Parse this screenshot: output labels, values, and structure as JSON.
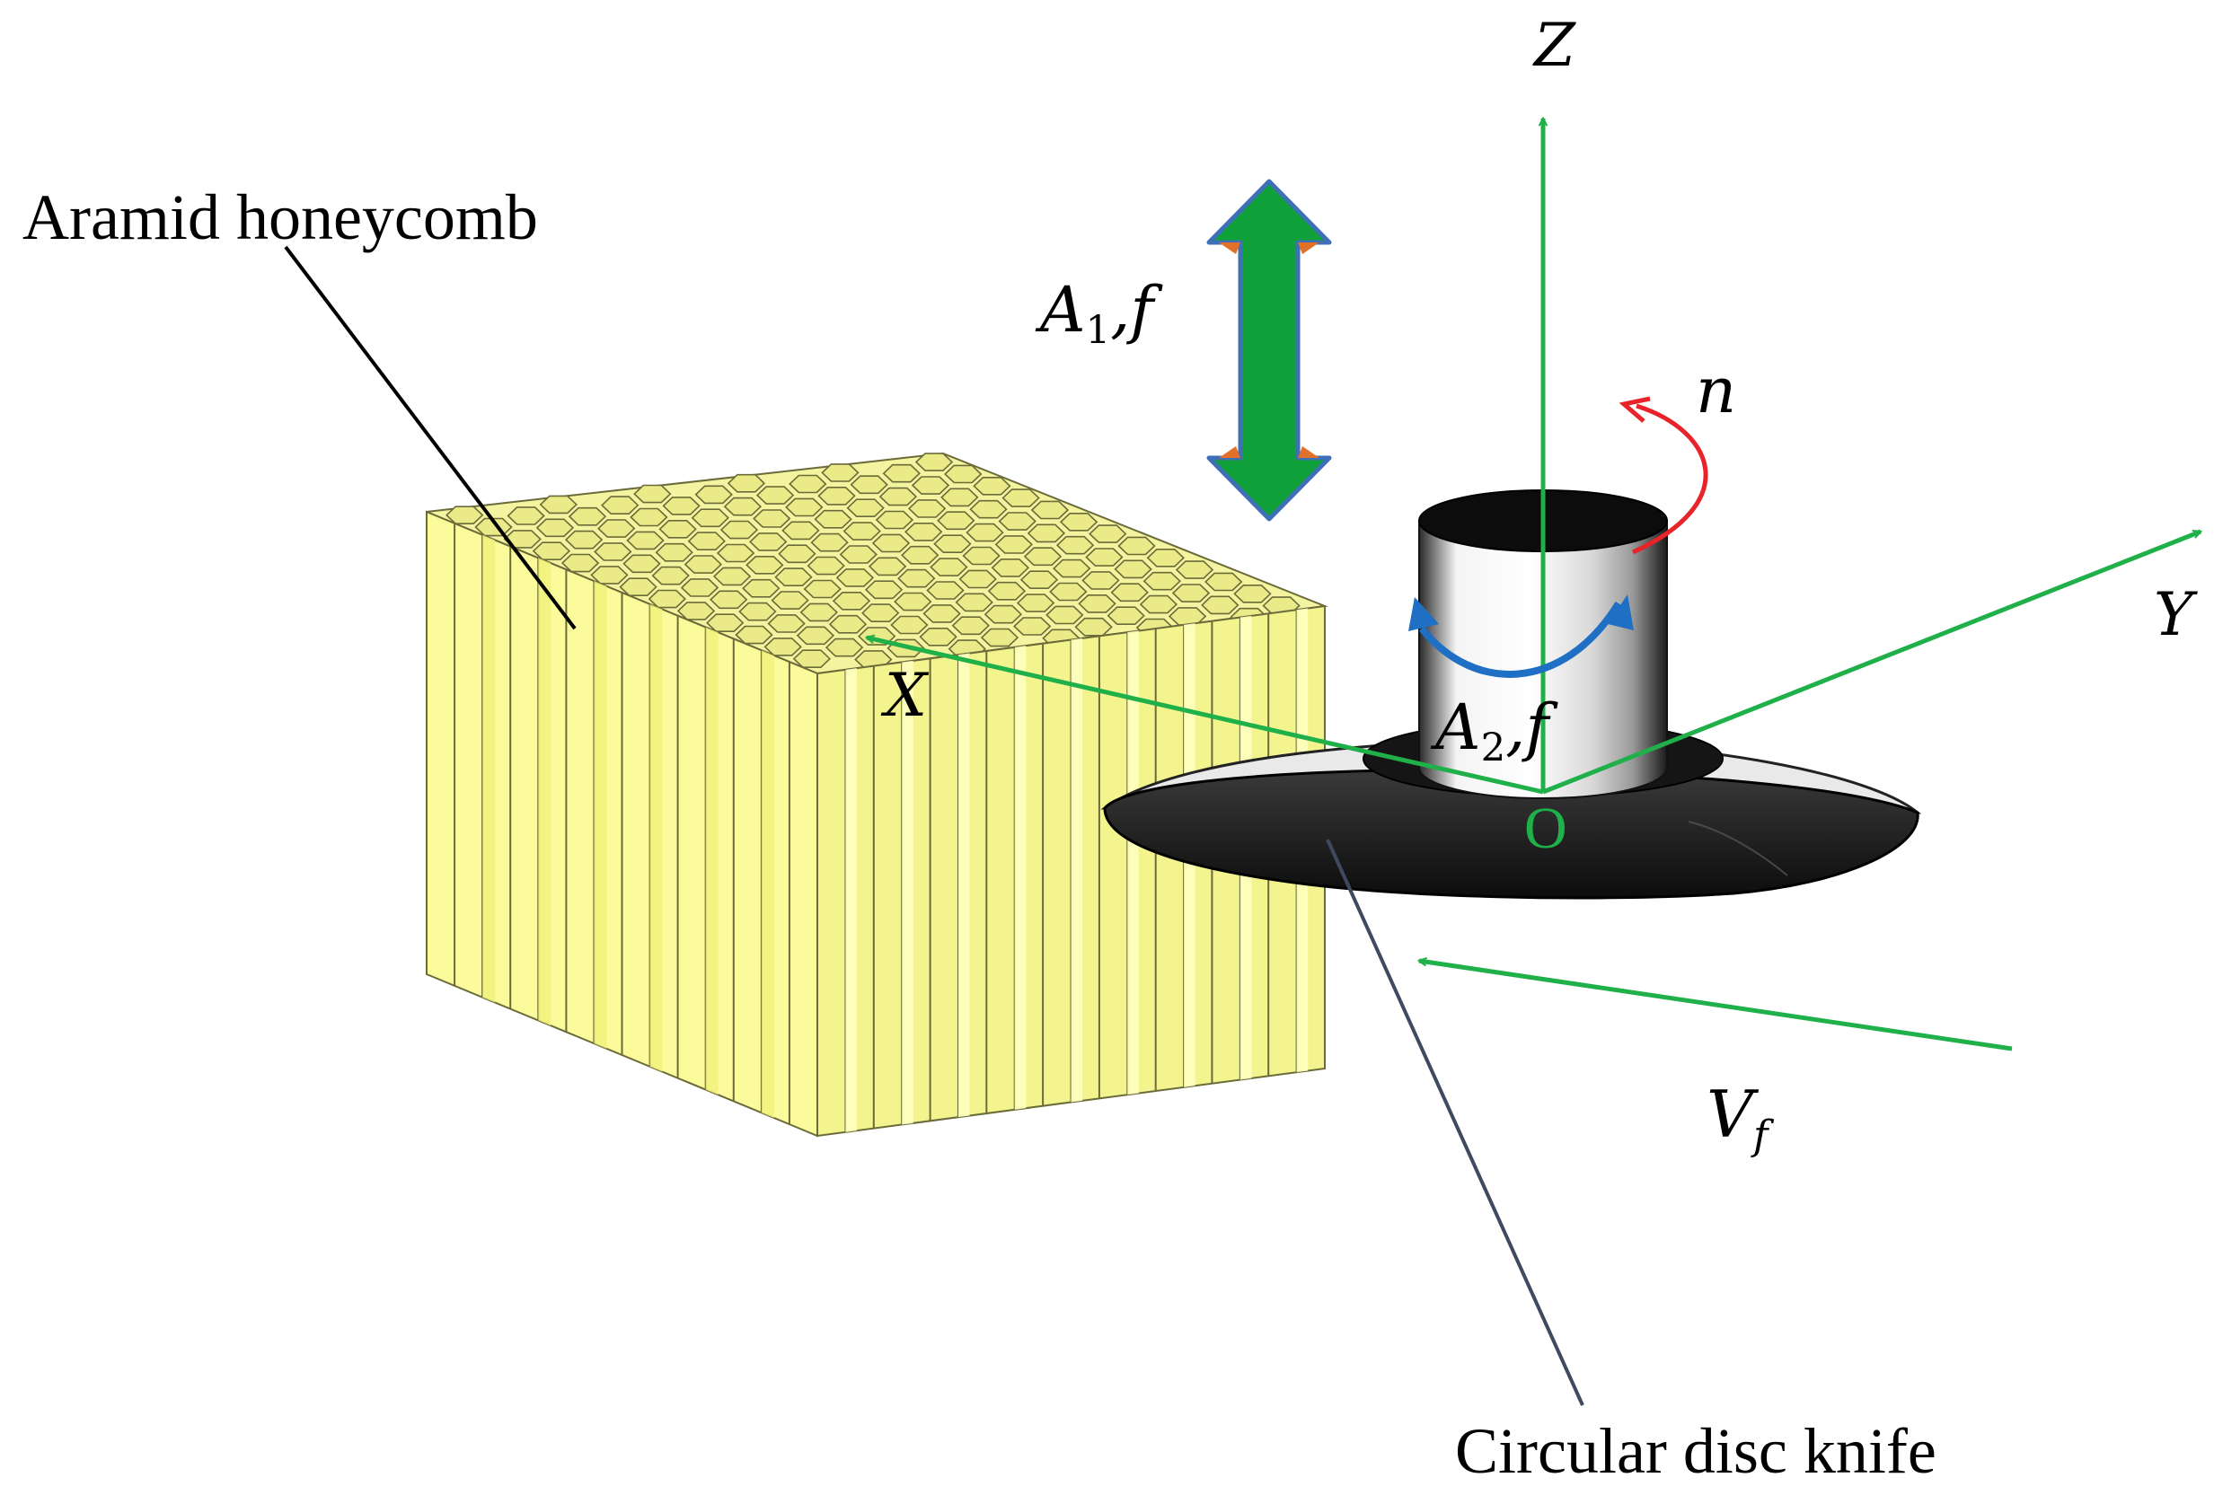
{
  "labels": {
    "honeycomb": "Aramid honeycomb",
    "knife": "Circular disc knife",
    "axis_x": "X",
    "axis_y": "Y",
    "axis_z": "Z",
    "origin": "O",
    "rotation": "n",
    "a1_main": "A",
    "a1_sub": "1",
    "a1_tail": ",f",
    "a2_main": "A",
    "a2_sub": "2",
    "a2_tail": ",f",
    "feed_main": "V",
    "feed_sub": "f"
  },
  "colors": {
    "honeycomb_face": "#fbfb9c",
    "honeycomb_edge": "#6b6b3a",
    "axis_green": "#1fb04a",
    "double_arrow_fill": "#11a13a",
    "double_arrow_outline": "#3f6fb7",
    "double_arrow_tip": "#e0702a",
    "rotation_red": "#e8242a",
    "oscillation_blue": "#1f6fc4",
    "knife_black": "#161616",
    "leader_line_dark": "#3e4a5f"
  }
}
